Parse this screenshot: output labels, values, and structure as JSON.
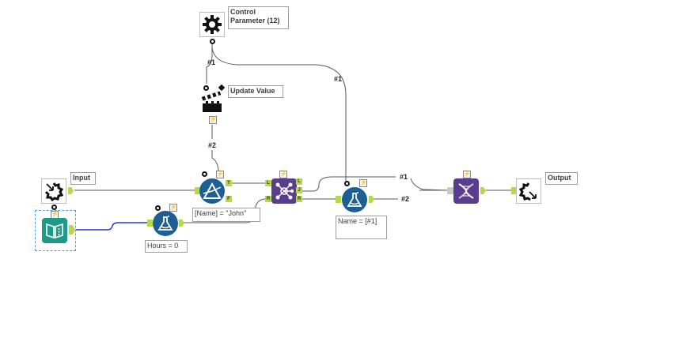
{
  "canvas": {
    "tools": {
      "control_parameter": {
        "label": "Control Parameter (12)",
        "icon": "gear-icon"
      },
      "update_value": {
        "label": "Update Value",
        "icon": "clapperboard-icon"
      },
      "input": {
        "label": "Input",
        "icon": "macro-input-icon"
      },
      "text_input": {
        "icon": "text-input-book-icon"
      },
      "filter": {
        "label": "[Name] = \"John\"",
        "icon": "filter-prism-icon",
        "anchors": [
          "T",
          "F"
        ]
      },
      "formula_hours": {
        "label": "Hours = 0",
        "icon": "formula-flask-icon"
      },
      "join": {
        "icon": "join-icon",
        "inputs": [
          "L",
          "R"
        ],
        "outputs": [
          "L",
          "J",
          "R"
        ]
      },
      "formula_name": {
        "label": "Name = [#1]",
        "icon": "formula-flask-icon"
      },
      "union": {
        "icon": "union-dna-icon"
      },
      "output": {
        "label": "Output",
        "icon": "macro-output-icon"
      }
    },
    "connection_labels": {
      "cp_to_update": "#1",
      "cp_to_formula": "#1",
      "update_to_filter": "#2",
      "union_in_1": "#1",
      "union_in_2": "#2"
    },
    "bolt_glyph": "⚡",
    "colors": {
      "anchor": "#b6d84c",
      "formula_blue": "#1d5f93",
      "join_purple": "#5b3d8f",
      "text_input_teal": "#1f9a86",
      "selected_connection": "#2a36c9"
    }
  }
}
